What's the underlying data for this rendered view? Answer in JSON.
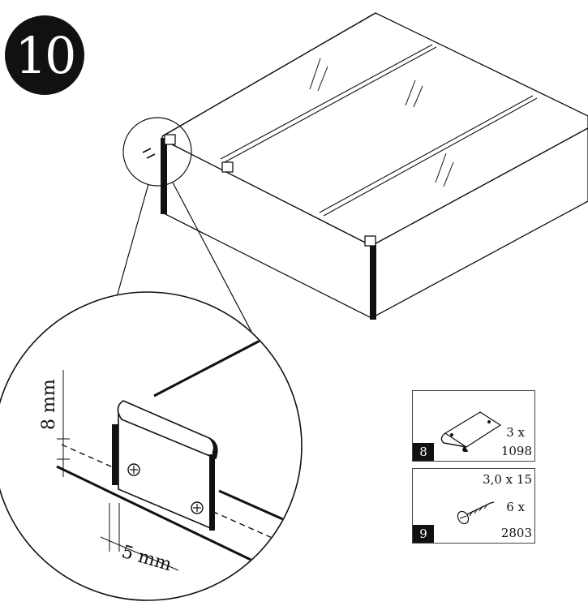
{
  "step": {
    "number": "10"
  },
  "dimensions": {
    "height_label": "8 mm",
    "width_label": "5 mm"
  },
  "parts": [
    {
      "number": "8",
      "quantity": "3 x",
      "code": "1098",
      "icon": "clip-bracket-icon"
    },
    {
      "number": "9",
      "spec": "3,0 x 15",
      "quantity": "6 x",
      "code": "2803",
      "icon": "screw-icon"
    }
  ],
  "colors": {
    "ink": "#111111",
    "paper": "#ffffff"
  }
}
